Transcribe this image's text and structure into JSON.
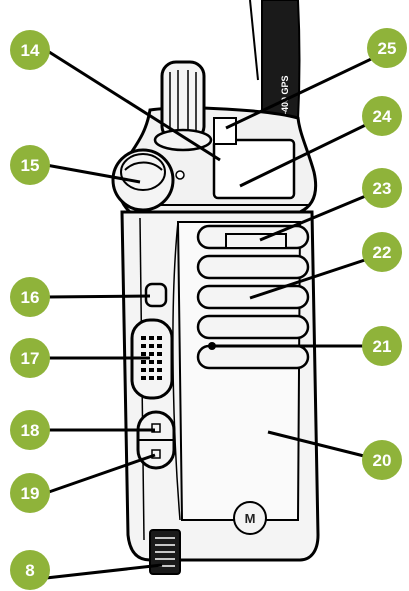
{
  "diagram": {
    "antenna_text": "T-400  GPS",
    "logo_mark": "M",
    "accent_color": "#8fb33a",
    "callouts": [
      {
        "id": "8",
        "label": "8"
      },
      {
        "id": "14",
        "label": "14"
      },
      {
        "id": "15",
        "label": "15"
      },
      {
        "id": "16",
        "label": "16"
      },
      {
        "id": "17",
        "label": "17"
      },
      {
        "id": "18",
        "label": "18"
      },
      {
        "id": "19",
        "label": "19"
      },
      {
        "id": "20",
        "label": "20"
      },
      {
        "id": "21",
        "label": "21"
      },
      {
        "id": "22",
        "label": "22"
      },
      {
        "id": "23",
        "label": "23"
      },
      {
        "id": "24",
        "label": "24"
      },
      {
        "id": "25",
        "label": "25"
      }
    ]
  }
}
